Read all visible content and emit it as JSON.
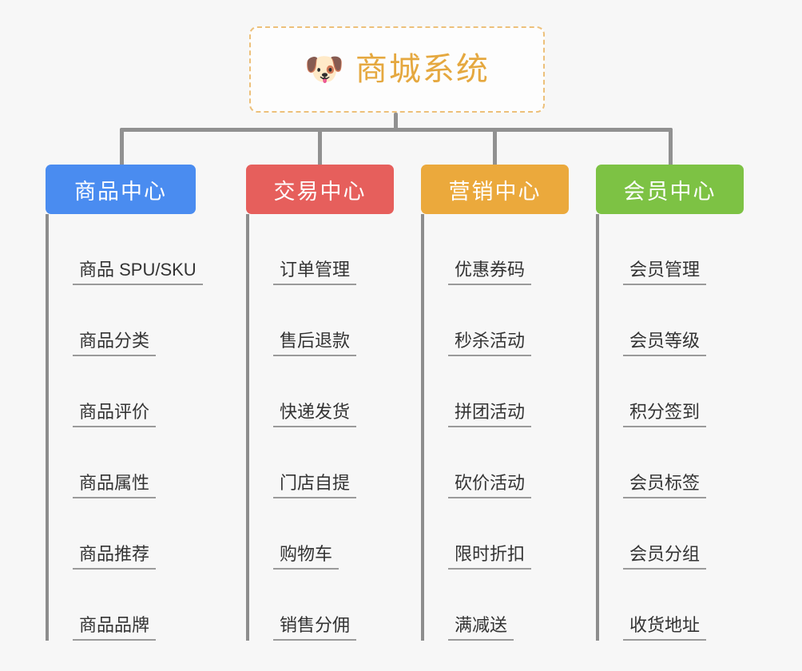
{
  "canvas": {
    "background": "#f7f7f7",
    "line_color": "#919191"
  },
  "root": {
    "icon": "dog-face-icon",
    "emoji": "🐶",
    "title": "商城系统",
    "title_color": "#e5a83f",
    "border_color": "#edc07a",
    "border_style": "dashed"
  },
  "columns": [
    {
      "header": "商品中心",
      "color": "#4a8cf0",
      "items": [
        "商品 SPU/SKU",
        "商品分类",
        "商品评价",
        "商品属性",
        "商品推荐",
        "商品品牌"
      ]
    },
    {
      "header": "交易中心",
      "color": "#e65f5c",
      "items": [
        "订单管理",
        "售后退款",
        "快递发货",
        "门店自提",
        "购物车",
        "销售分佣"
      ]
    },
    {
      "header": "营销中心",
      "color": "#eba93c",
      "items": [
        "优惠券码",
        "秒杀活动",
        "拼团活动",
        "砍价活动",
        "限时折扣",
        "满减送"
      ]
    },
    {
      "header": "会员中心",
      "color": "#7dc244",
      "items": [
        "会员管理",
        "会员等级",
        "积分签到",
        "会员标签",
        "会员分组",
        "收货地址"
      ]
    }
  ]
}
